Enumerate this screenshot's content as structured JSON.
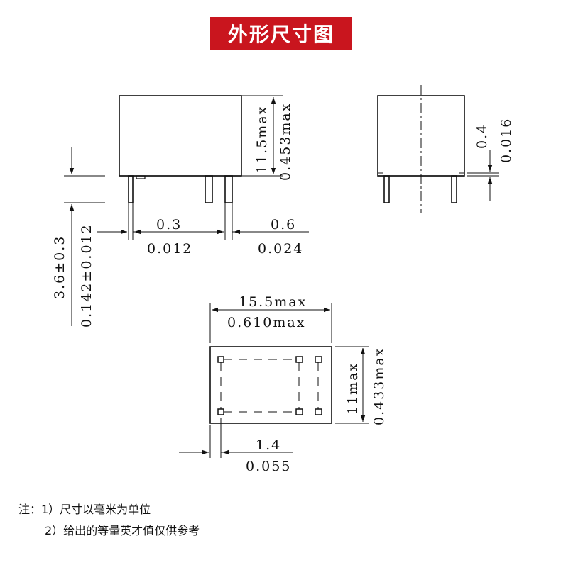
{
  "title": "外形尺寸图",
  "colors": {
    "title_bg": "#c9151e",
    "line": "#111111"
  },
  "front_view": {
    "height_mm": "11.5max",
    "height_in": "0.453max",
    "pin_len_mm": "3.6±0.3",
    "pin_len_in": "0.142±0.012",
    "pin_w_mm": "0.3",
    "pin_w_in": "0.012",
    "pin_gap_mm": "0.6",
    "pin_gap_in": "0.024"
  },
  "side_view": {
    "standoff_mm": "0.4",
    "standoff_in": "0.016"
  },
  "bottom_view": {
    "length_mm": "15.5max",
    "length_in": "0.610max",
    "width_mm": "11max",
    "width_in": "0.433max",
    "pin_offset_mm": "1.4",
    "pin_offset_in": "0.055"
  },
  "notes": {
    "line1": "注：1）尺寸以毫米为单位",
    "line2": "2）给出的等量英才值仅供参考"
  }
}
